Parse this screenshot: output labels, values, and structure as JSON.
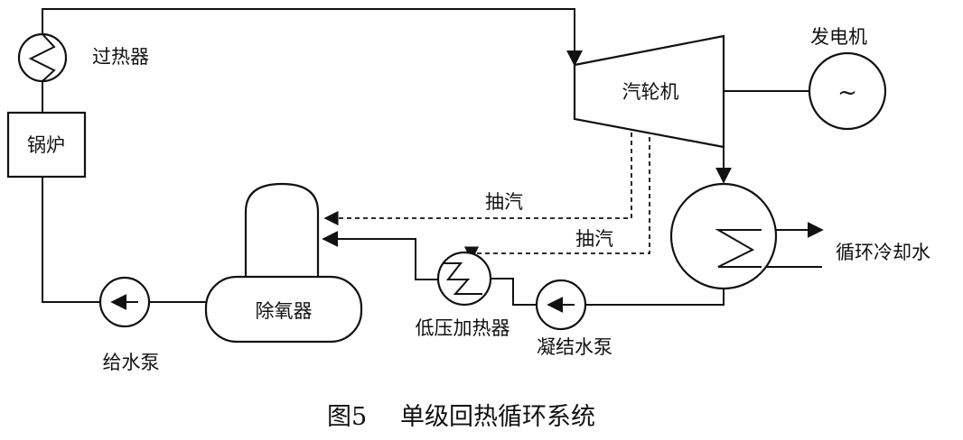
{
  "labels": {
    "superheater": "过热器",
    "boiler": "锅炉",
    "turbine": "汽轮机",
    "generator": "发电机",
    "generator_symbol": "~",
    "extraction_1": "抽汽",
    "extraction_2": "抽汽",
    "cooling_water": "循环冷却水",
    "deaerator": "除氧器",
    "lp_heater": "低压加热器",
    "condensate_pump": "凝结水泵",
    "feed_pump": "给水泵"
  },
  "caption": {
    "figure_number": "图5",
    "title": "单级回热循环系统"
  }
}
